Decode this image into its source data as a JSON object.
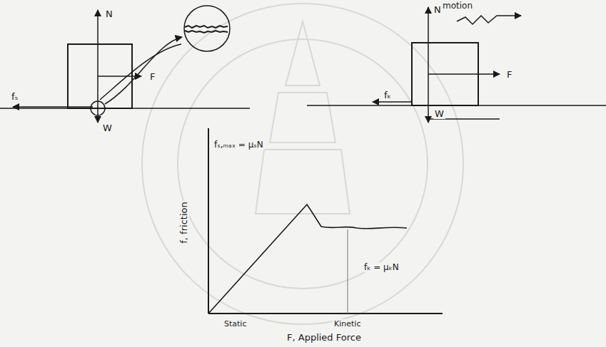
{
  "diagram": {
    "labels": [
      "N",
      "W",
      "F",
      "fₛ",
      "motion",
      "N",
      "F",
      "fₖ",
      "W",
      "fₛ,ₘₐₓ = μₛN",
      "f, friction",
      "fₖ = μₖN",
      "Static",
      "Kinetic",
      "F, Applied Force"
    ]
  }
}
